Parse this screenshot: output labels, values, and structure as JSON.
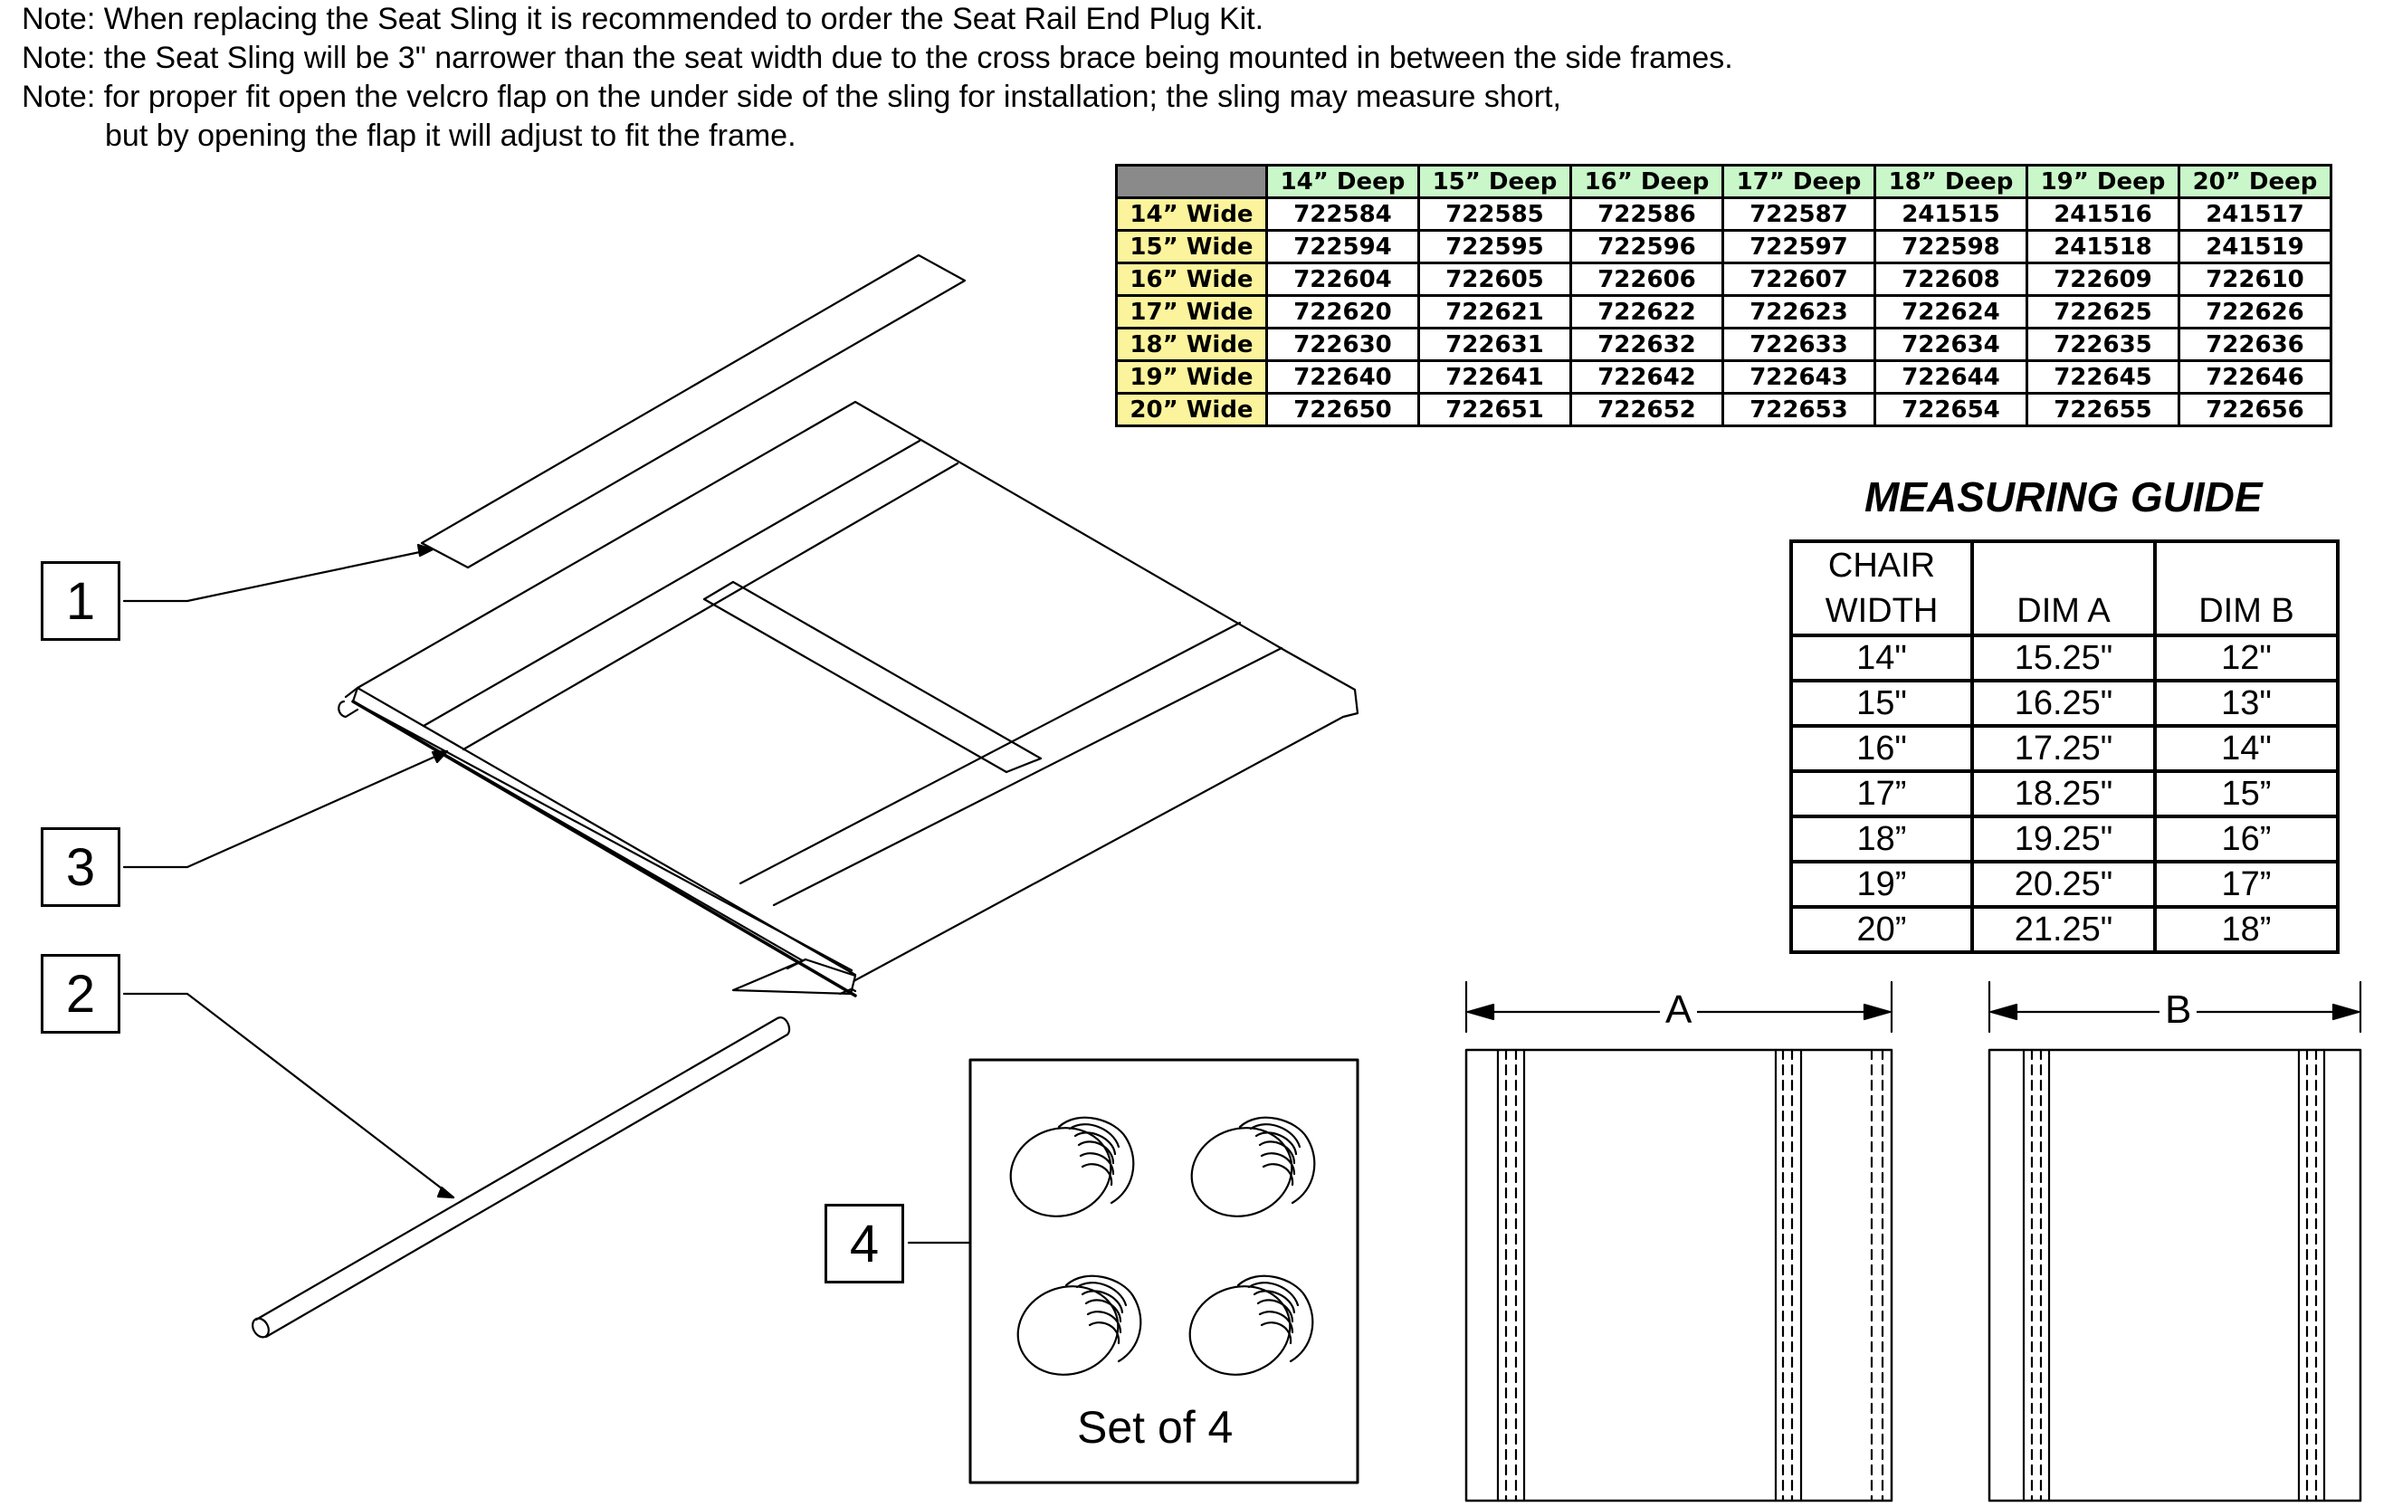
{
  "notes": [
    "Note: When replacing the Seat Sling it is recommended to order the Seat Rail End Plug Kit.",
    "Note: the Seat Sling will be 3\" narrower than the seat width due to the cross brace being mounted in between the side frames.",
    "Note: for proper fit open the velcro flap on the under side of the sling for installation; the sling may measure short,",
    "but by opening the flap it will adjust to fit the frame."
  ],
  "callouts": [
    "1",
    "3",
    "2",
    "4"
  ],
  "set_label": "Set of 4",
  "parts_table": {
    "columns": [
      "14” Deep",
      "15” Deep",
      "16” Deep",
      "17” Deep",
      "18” Deep",
      "19” Deep",
      "20” Deep"
    ],
    "rows": [
      {
        "label": "14” Wide",
        "values": [
          "722584",
          "722585",
          "722586",
          "722587",
          "241515",
          "241516",
          "241517"
        ]
      },
      {
        "label": "15” Wide",
        "values": [
          "722594",
          "722595",
          "722596",
          "722597",
          "722598",
          "241518",
          "241519"
        ]
      },
      {
        "label": "16” Wide",
        "values": [
          "722604",
          "722605",
          "722606",
          "722607",
          "722608",
          "722609",
          "722610"
        ]
      },
      {
        "label": "17” Wide",
        "values": [
          "722620",
          "722621",
          "722622",
          "722623",
          "722624",
          "722625",
          "722626"
        ]
      },
      {
        "label": "18” Wide",
        "values": [
          "722630",
          "722631",
          "722632",
          "722633",
          "722634",
          "722635",
          "722636"
        ]
      },
      {
        "label": "19” Wide",
        "values": [
          "722640",
          "722641",
          "722642",
          "722643",
          "722644",
          "722645",
          "722646"
        ]
      },
      {
        "label": "20” Wide",
        "values": [
          "722650",
          "722651",
          "722652",
          "722653",
          "722654",
          "722655",
          "722656"
        ]
      }
    ],
    "colors": {
      "header": "#c9f7c9",
      "row_header": "#fbf49c",
      "corner": "#8a8a8a"
    }
  },
  "measuring_guide": {
    "title": "MEASURING GUIDE",
    "headers": [
      "CHAIR",
      "WIDTH",
      "DIM A",
      "DIM B"
    ],
    "rows": [
      [
        "14\"",
        "15.25\"",
        "12\""
      ],
      [
        "15\"",
        "16.25\"",
        "13\""
      ],
      [
        "16\"",
        "17.25\"",
        "14\""
      ],
      [
        "17”",
        "18.25\"",
        "15”"
      ],
      [
        "18”",
        "19.25\"",
        "16”"
      ],
      [
        "19”",
        "20.25\"",
        "17”"
      ],
      [
        "20”",
        "21.25\"",
        "18”"
      ]
    ]
  },
  "dimensions": {
    "a": "A",
    "b": "B"
  }
}
